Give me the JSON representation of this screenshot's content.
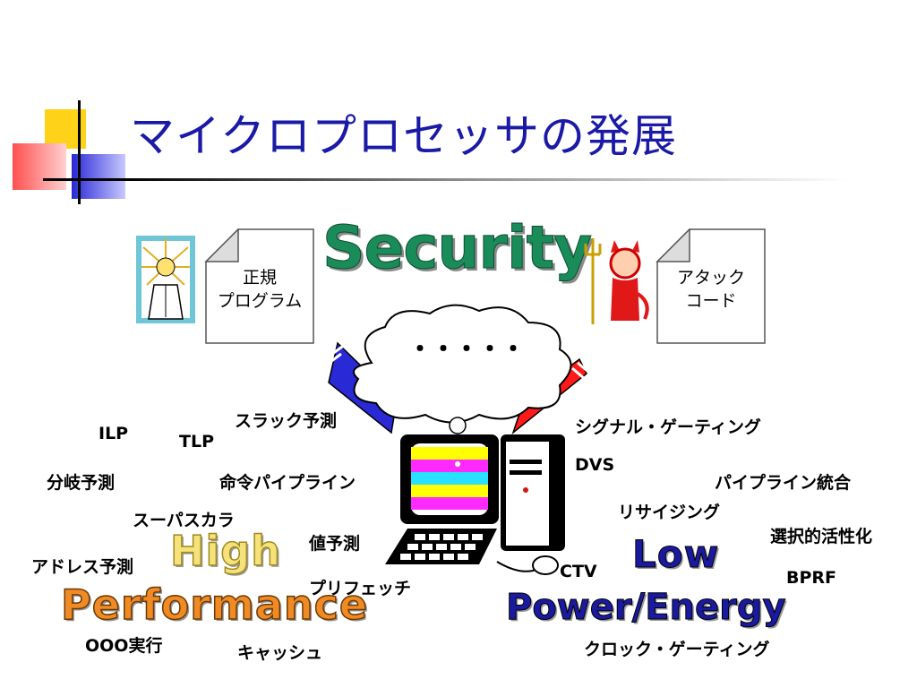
{
  "slide": {
    "title": "マイクロプロセッサの発展",
    "security": "Security",
    "doc_left": [
      "正規",
      "プログラム"
    ],
    "doc_right": [
      "アタック",
      "コード"
    ],
    "cloud_text": "・・・・・",
    "high": "High",
    "performance": "Performance",
    "low": "Low",
    "power": "Power/Energy"
  },
  "left_terms": {
    "ilp": "ILP",
    "tlp": "TLP",
    "slack": "スラック予測",
    "branch": "分岐予測",
    "pipeline": "命令パイプライン",
    "superscalar": "スーパスカラ",
    "value": "値予測",
    "address": "アドレス予測",
    "prefetch": "プリフェッチ",
    "ooo": "OOO実行",
    "cache": "キャッシュ"
  },
  "right_terms": {
    "signal": "シグナル・ゲーティング",
    "dvs": "DVS",
    "pipe_merge": "パイプライン統合",
    "resize": "リサイジング",
    "selective": "選択的活性化",
    "ctv": "CTV",
    "bprf": "BPRF",
    "clock": "クロック・ゲーティング"
  },
  "colors": {
    "title": "#1a1aa6",
    "accent_yellow": "#ffd21a",
    "accent_red": "#ff3a3a",
    "accent_blue": "#2929d6",
    "security_green": "#1a8c5a",
    "performance_orange": "#f08a24",
    "low_blue": "#1a1aa0"
  }
}
